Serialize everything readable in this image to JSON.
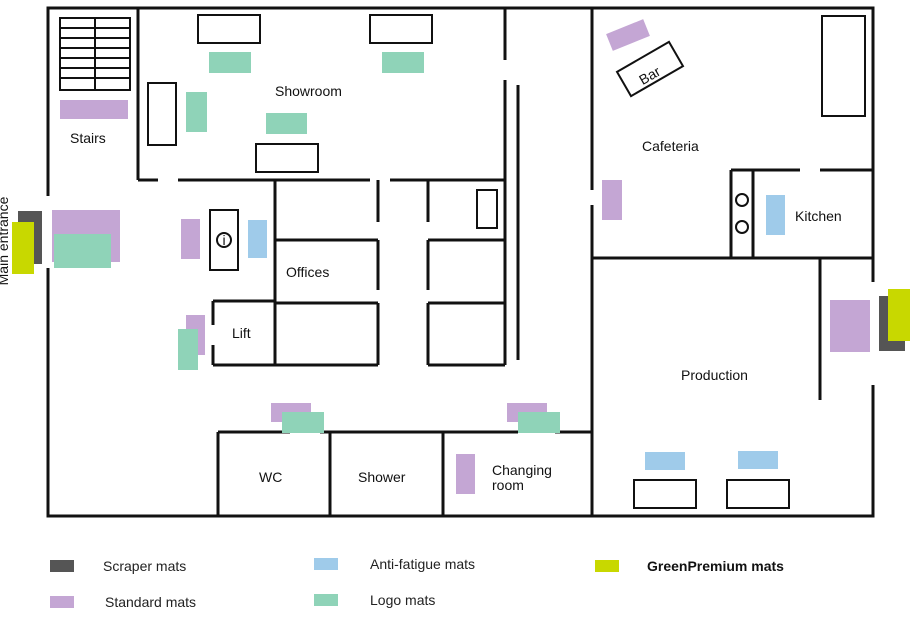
{
  "colors": {
    "wall": "#111111",
    "scraper": "#555555",
    "standard": "#c4a6d4",
    "anti_fatigue": "#9fcbea",
    "logo": "#8fd3b8",
    "green_premium": "#c8d800"
  },
  "rooms": {
    "stairs": "Stairs",
    "showroom": "Showroom",
    "cafeteria": "Cafeteria",
    "bar": "Bar",
    "kitchen": "Kitchen",
    "offices": "Offices",
    "lift": "Lift",
    "production": "Production",
    "wc": "WC",
    "shower": "Shower",
    "changing_line1": "Changing",
    "changing_line2": "room",
    "main_entrance": "Main entrance",
    "info_symbol": "i"
  },
  "legend": {
    "scraper": "Scraper mats",
    "standard": "Standard mats",
    "anti_fatigue": "Anti-fatigue mats",
    "logo": "Logo mats",
    "green_premium": "GreenPremium mats"
  }
}
